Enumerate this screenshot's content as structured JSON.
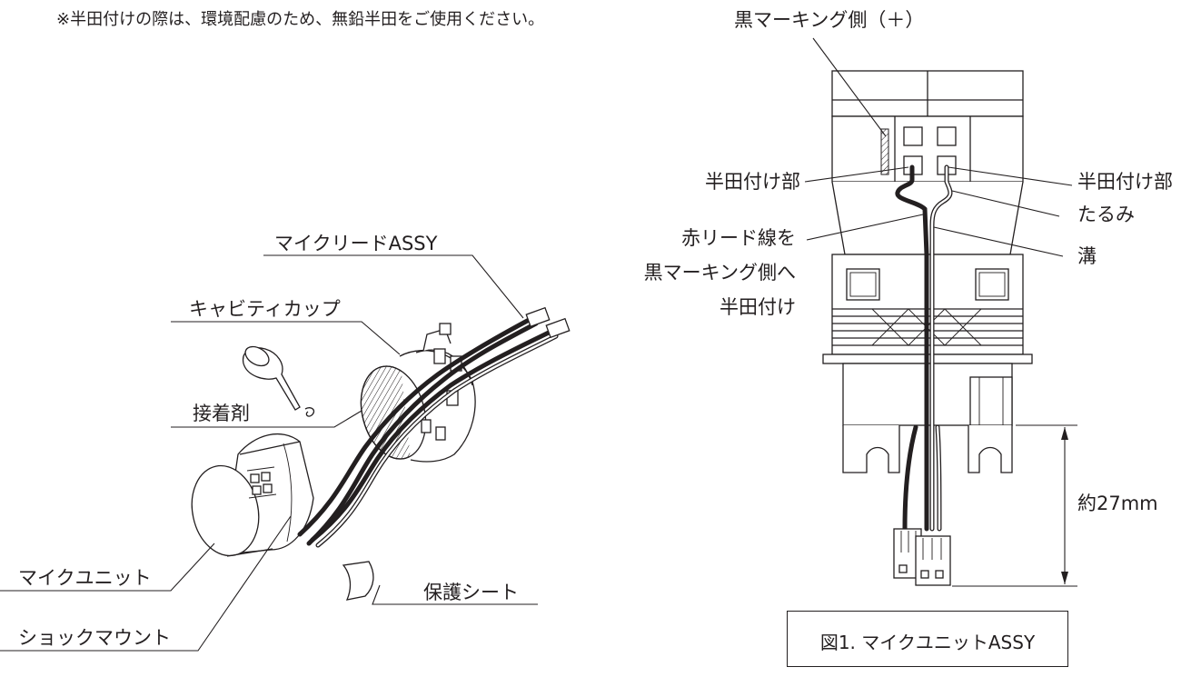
{
  "note": "※半田付けの際は、環境配慮のため、無鉛半田をご使用ください。",
  "left_labels": {
    "mic_lead_assy": "マイクリードASSY",
    "cavity_cup": "キャビティカップ",
    "adhesive": "接着剤",
    "mic_unit": "マイクユニット",
    "protective_sheet": "保護シート",
    "shock_mount": "ショックマウント"
  },
  "right_labels": {
    "black_marking_side": "黒マーキング側（＋）",
    "solder_part_left": "半田付け部",
    "solder_part_right": "半田付け部",
    "slack": "たるみ",
    "groove": "溝",
    "red_lead_line1": "赤リード線を",
    "red_lead_line2": "黒マーキング側へ",
    "red_lead_line3": "半田付け",
    "dimension": "約27mm"
  },
  "caption": "図1. マイクユニットASSY"
}
